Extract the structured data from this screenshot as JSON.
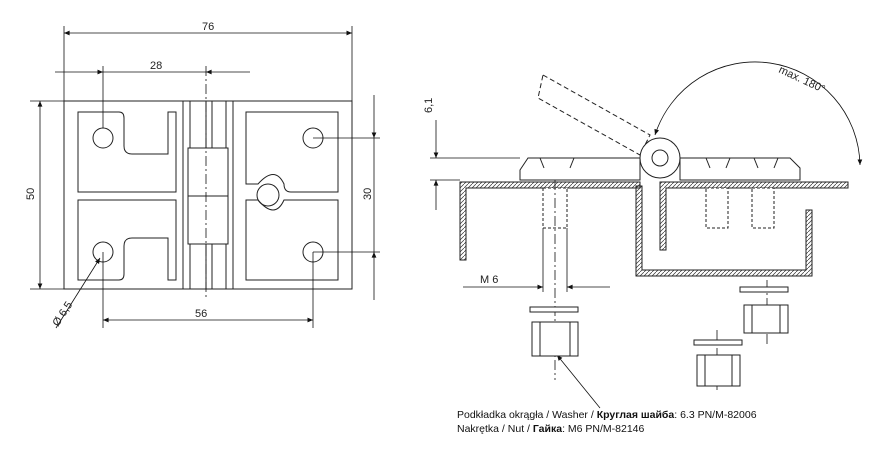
{
  "dimensions": {
    "overall_width": "76",
    "pin_offset": "28",
    "height": "50",
    "hole_pitch_v": "30",
    "hole_pitch_h": "56",
    "hole_diameter": "Ø 6,5",
    "thickness": "6,1",
    "thread": "M 6",
    "angle": "max. 180°"
  },
  "caption": {
    "line1_prefix": "Podkładka okrągła / Washer / ",
    "line1_ru": "Круглая шайба",
    "line1_value": ":   6.3 PN/M-82006",
    "line2_prefix": "Nakrętka / Nut / ",
    "line2_ru": "Гайка",
    "line2_value": ":   M6 PN/M-82146"
  }
}
